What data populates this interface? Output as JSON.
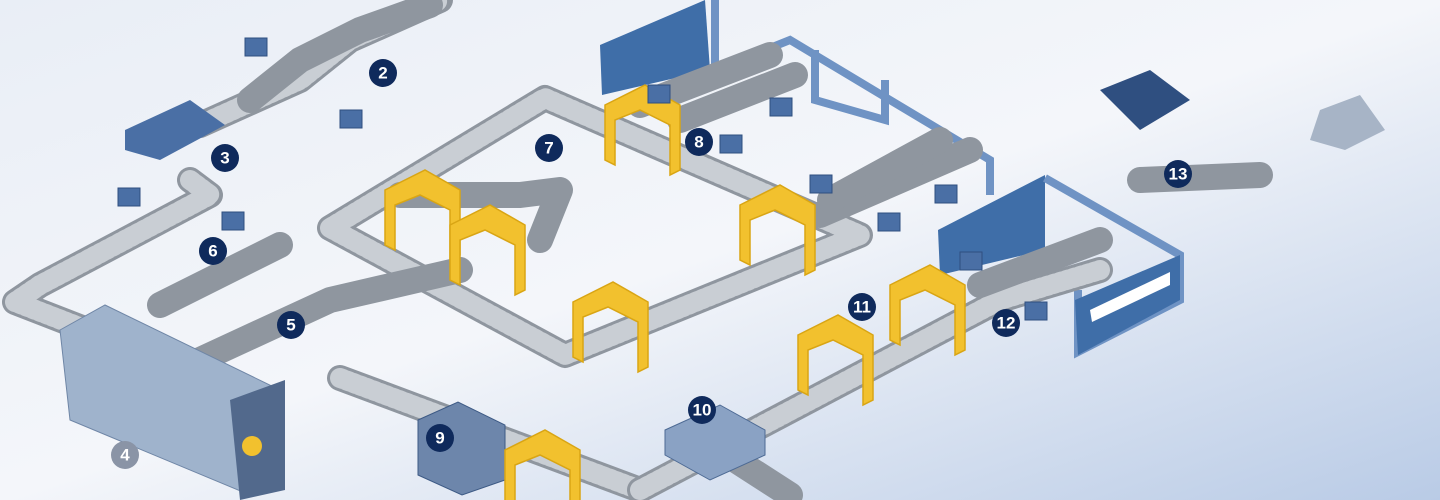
{
  "diagram": {
    "type": "isometric conveyor sorting system illustration",
    "markers": [
      {
        "label": "2"
      },
      {
        "label": "3"
      },
      {
        "label": "4"
      },
      {
        "label": "5"
      },
      {
        "label": "6"
      },
      {
        "label": "7"
      },
      {
        "label": "8"
      },
      {
        "label": "9"
      },
      {
        "label": "10"
      },
      {
        "label": "11"
      },
      {
        "label": "12"
      },
      {
        "label": "13"
      }
    ],
    "colors": {
      "marker": "#0f2a5c",
      "marker_muted": "#8a94a6",
      "gate": "#f2c12e",
      "wall": "#3f6ea8",
      "belt": "#8f969f"
    }
  }
}
